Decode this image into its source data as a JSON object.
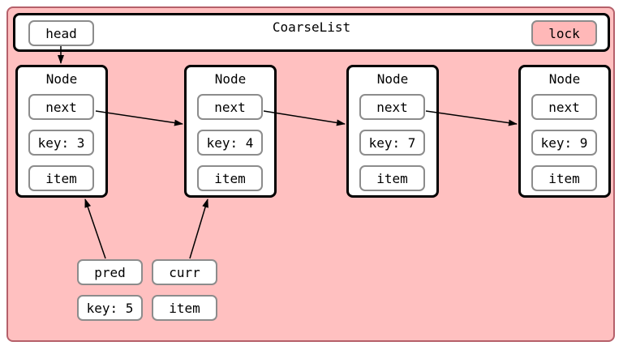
{
  "title": "CoarseList",
  "head_label": "head",
  "lock_label": "lock",
  "nodes": [
    {
      "title": "Node",
      "next": "next",
      "key": "key: 3",
      "item": "item"
    },
    {
      "title": "Node",
      "next": "next",
      "key": "key: 4",
      "item": "item"
    },
    {
      "title": "Node",
      "next": "next",
      "key": "key: 7",
      "item": "item"
    },
    {
      "title": "Node",
      "next": "next",
      "key": "key: 9",
      "item": "item"
    }
  ],
  "pred": {
    "label": "pred",
    "key": "key: 5"
  },
  "curr": {
    "label": "curr",
    "item": "item"
  },
  "colors": {
    "background": "#ffc0c0",
    "outer_border": "#b5606a",
    "lock_fill": "#ffb8b8",
    "field_border": "#8c8c8c"
  }
}
